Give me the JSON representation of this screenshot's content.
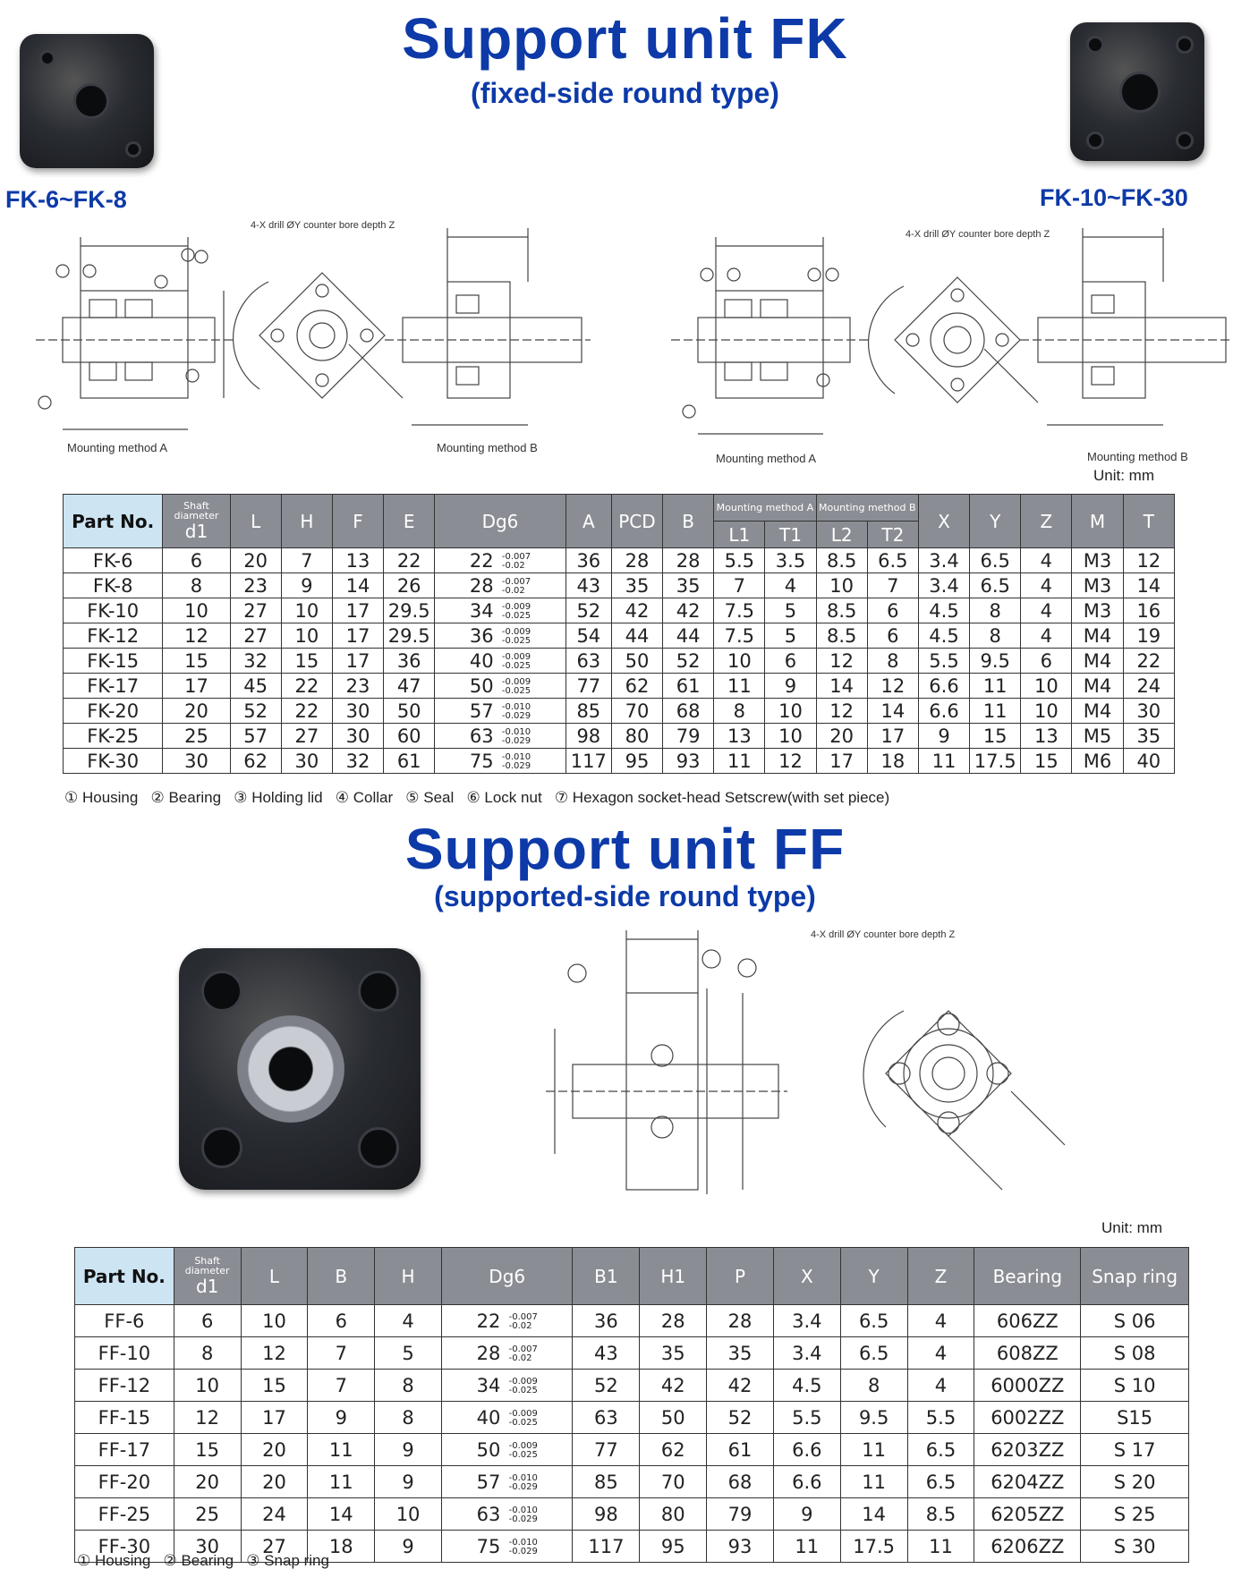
{
  "fk": {
    "title": "Support unit FK",
    "subtitle": "(fixed-side round type)",
    "caption_left": "FK-6~FK-8",
    "caption_right": "FK-10~FK-30",
    "drill_note": "4-X drill ØY counter bore depth Z",
    "mount_a": "Mounting method A",
    "mount_b": "Mounting method B",
    "unit": "Unit: mm",
    "headers": {
      "part": "Part No.",
      "shaft": "Shaft diameter",
      "d1": "d1",
      "L": "L",
      "H": "H",
      "F": "F",
      "E": "E",
      "Dg6": "Dg6",
      "A": "A",
      "PCD": "PCD",
      "B": "B",
      "mA": "Mounting method A",
      "mB": "Mounting method B",
      "L1": "L1",
      "T1": "T1",
      "L2": "L2",
      "T2": "T2",
      "X": "X",
      "Y": "Y",
      "Z": "Z",
      "M": "M",
      "T": "T"
    },
    "rows": [
      [
        "FK-6",
        "6",
        "20",
        "7",
        "13",
        "22",
        "22",
        "-0.007",
        "-0.02",
        "36",
        "28",
        "28",
        "5.5",
        "3.5",
        "8.5",
        "6.5",
        "3.4",
        "6.5",
        "4",
        "M3",
        "12"
      ],
      [
        "FK-8",
        "8",
        "23",
        "9",
        "14",
        "26",
        "28",
        "-0.007",
        "-0.02",
        "43",
        "35",
        "35",
        "7",
        "4",
        "10",
        "7",
        "3.4",
        "6.5",
        "4",
        "M3",
        "14"
      ],
      [
        "FK-10",
        "10",
        "27",
        "10",
        "17",
        "29.5",
        "34",
        "-0.009",
        "-0.025",
        "52",
        "42",
        "42",
        "7.5",
        "5",
        "8.5",
        "6",
        "4.5",
        "8",
        "4",
        "M3",
        "16"
      ],
      [
        "FK-12",
        "12",
        "27",
        "10",
        "17",
        "29.5",
        "36",
        "-0.009",
        "-0.025",
        "54",
        "44",
        "44",
        "7.5",
        "5",
        "8.5",
        "6",
        "4.5",
        "8",
        "4",
        "M4",
        "19"
      ],
      [
        "FK-15",
        "15",
        "32",
        "15",
        "17",
        "36",
        "40",
        "-0.009",
        "-0.025",
        "63",
        "50",
        "52",
        "10",
        "6",
        "12",
        "8",
        "5.5",
        "9.5",
        "6",
        "M4",
        "22"
      ],
      [
        "FK-17",
        "17",
        "45",
        "22",
        "23",
        "47",
        "50",
        "-0.009",
        "-0.025",
        "77",
        "62",
        "61",
        "11",
        "9",
        "14",
        "12",
        "6.6",
        "11",
        "10",
        "M4",
        "24"
      ],
      [
        "FK-20",
        "20",
        "52",
        "22",
        "30",
        "50",
        "57",
        "-0.010",
        "-0.029",
        "85",
        "70",
        "68",
        "8",
        "10",
        "12",
        "14",
        "6.6",
        "11",
        "10",
        "M4",
        "30"
      ],
      [
        "FK-25",
        "25",
        "57",
        "27",
        "30",
        "60",
        "63",
        "-0.010",
        "-0.029",
        "98",
        "80",
        "79",
        "13",
        "10",
        "20",
        "17",
        "9",
        "15",
        "13",
        "M5",
        "35"
      ],
      [
        "FK-30",
        "30",
        "62",
        "30",
        "32",
        "61",
        "75",
        "-0.010",
        "-0.029",
        "117",
        "95",
        "93",
        "11",
        "12",
        "17",
        "18",
        "11",
        "17.5",
        "15",
        "M6",
        "40"
      ]
    ],
    "legend": "① Housing   ② Bearing   ③ Holding lid   ④ Collar   ⑤ Seal   ⑥ Lock nut   ⑦ Hexagon socket-head Setscrew(with set piece)"
  },
  "ff": {
    "title": "Support unit FF",
    "subtitle": "(supported-side round type)",
    "drill_note": "4-X drill ØY counter bore depth Z",
    "unit": "Unit: mm",
    "headers": {
      "part": "Part No.",
      "shaft": "Shaft diameter",
      "d1": "d1",
      "L": "L",
      "B": "B",
      "H": "H",
      "Dg6": "Dg6",
      "B1": "B1",
      "H1": "H1",
      "P": "P",
      "X": "X",
      "Y": "Y",
      "Z": "Z",
      "bearing": "Bearing",
      "snap": "Snap ring"
    },
    "rows": [
      [
        "FF-6",
        "6",
        "10",
        "6",
        "4",
        "22",
        "-0.007",
        "-0.02",
        "36",
        "28",
        "28",
        "3.4",
        "6.5",
        "4",
        "606ZZ",
        "S 06"
      ],
      [
        "FF-10",
        "8",
        "12",
        "7",
        "5",
        "28",
        "-0.007",
        "-0.02",
        "43",
        "35",
        "35",
        "3.4",
        "6.5",
        "4",
        "608ZZ",
        "S 08"
      ],
      [
        "FF-12",
        "10",
        "15",
        "7",
        "8",
        "34",
        "-0.009",
        "-0.025",
        "52",
        "42",
        "42",
        "4.5",
        "8",
        "4",
        "6000ZZ",
        "S 10"
      ],
      [
        "FF-15",
        "12",
        "17",
        "9",
        "8",
        "40",
        "-0.009",
        "-0.025",
        "63",
        "50",
        "52",
        "5.5",
        "9.5",
        "5.5",
        "6002ZZ",
        "S15"
      ],
      [
        "FF-17",
        "15",
        "20",
        "11",
        "9",
        "50",
        "-0.009",
        "-0.025",
        "77",
        "62",
        "61",
        "6.6",
        "11",
        "6.5",
        "6203ZZ",
        "S 17"
      ],
      [
        "FF-20",
        "20",
        "20",
        "11",
        "9",
        "57",
        "-0.010",
        "-0.029",
        "85",
        "70",
        "68",
        "6.6",
        "11",
        "6.5",
        "6204ZZ",
        "S 20"
      ],
      [
        "FF-25",
        "25",
        "24",
        "14",
        "10",
        "63",
        "-0.010",
        "-0.029",
        "98",
        "80",
        "79",
        "9",
        "14",
        "8.5",
        "6205ZZ",
        "S 25"
      ],
      [
        "FF-30",
        "30",
        "27",
        "18",
        "9",
        "75",
        "-0.010",
        "-0.029",
        "117",
        "95",
        "93",
        "11",
        "17.5",
        "11",
        "6206ZZ",
        "S 30"
      ]
    ],
    "legend": "① Housing   ② Bearing   ③ Snap ring"
  },
  "colors": {
    "title": "#0d3aa8",
    "header": "#8b8d94",
    "partHeader": "#cde5f3"
  }
}
